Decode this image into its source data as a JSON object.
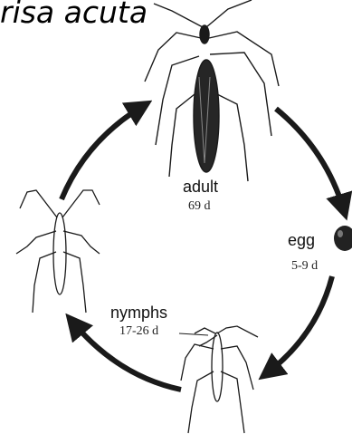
{
  "title": "risa acuta",
  "stages": {
    "adult": {
      "label": "adult",
      "duration": "69 d"
    },
    "egg": {
      "label": "egg",
      "duration": "5-9 d"
    },
    "nymphs": {
      "label": "nymphs",
      "duration": "17-26 d"
    }
  },
  "colors": {
    "ink": "#1a1a1a",
    "egg": "#222222"
  },
  "icons": [
    "adult-insect-icon",
    "egg-icon",
    "late-nymph-icon",
    "early-nymph-icon"
  ]
}
